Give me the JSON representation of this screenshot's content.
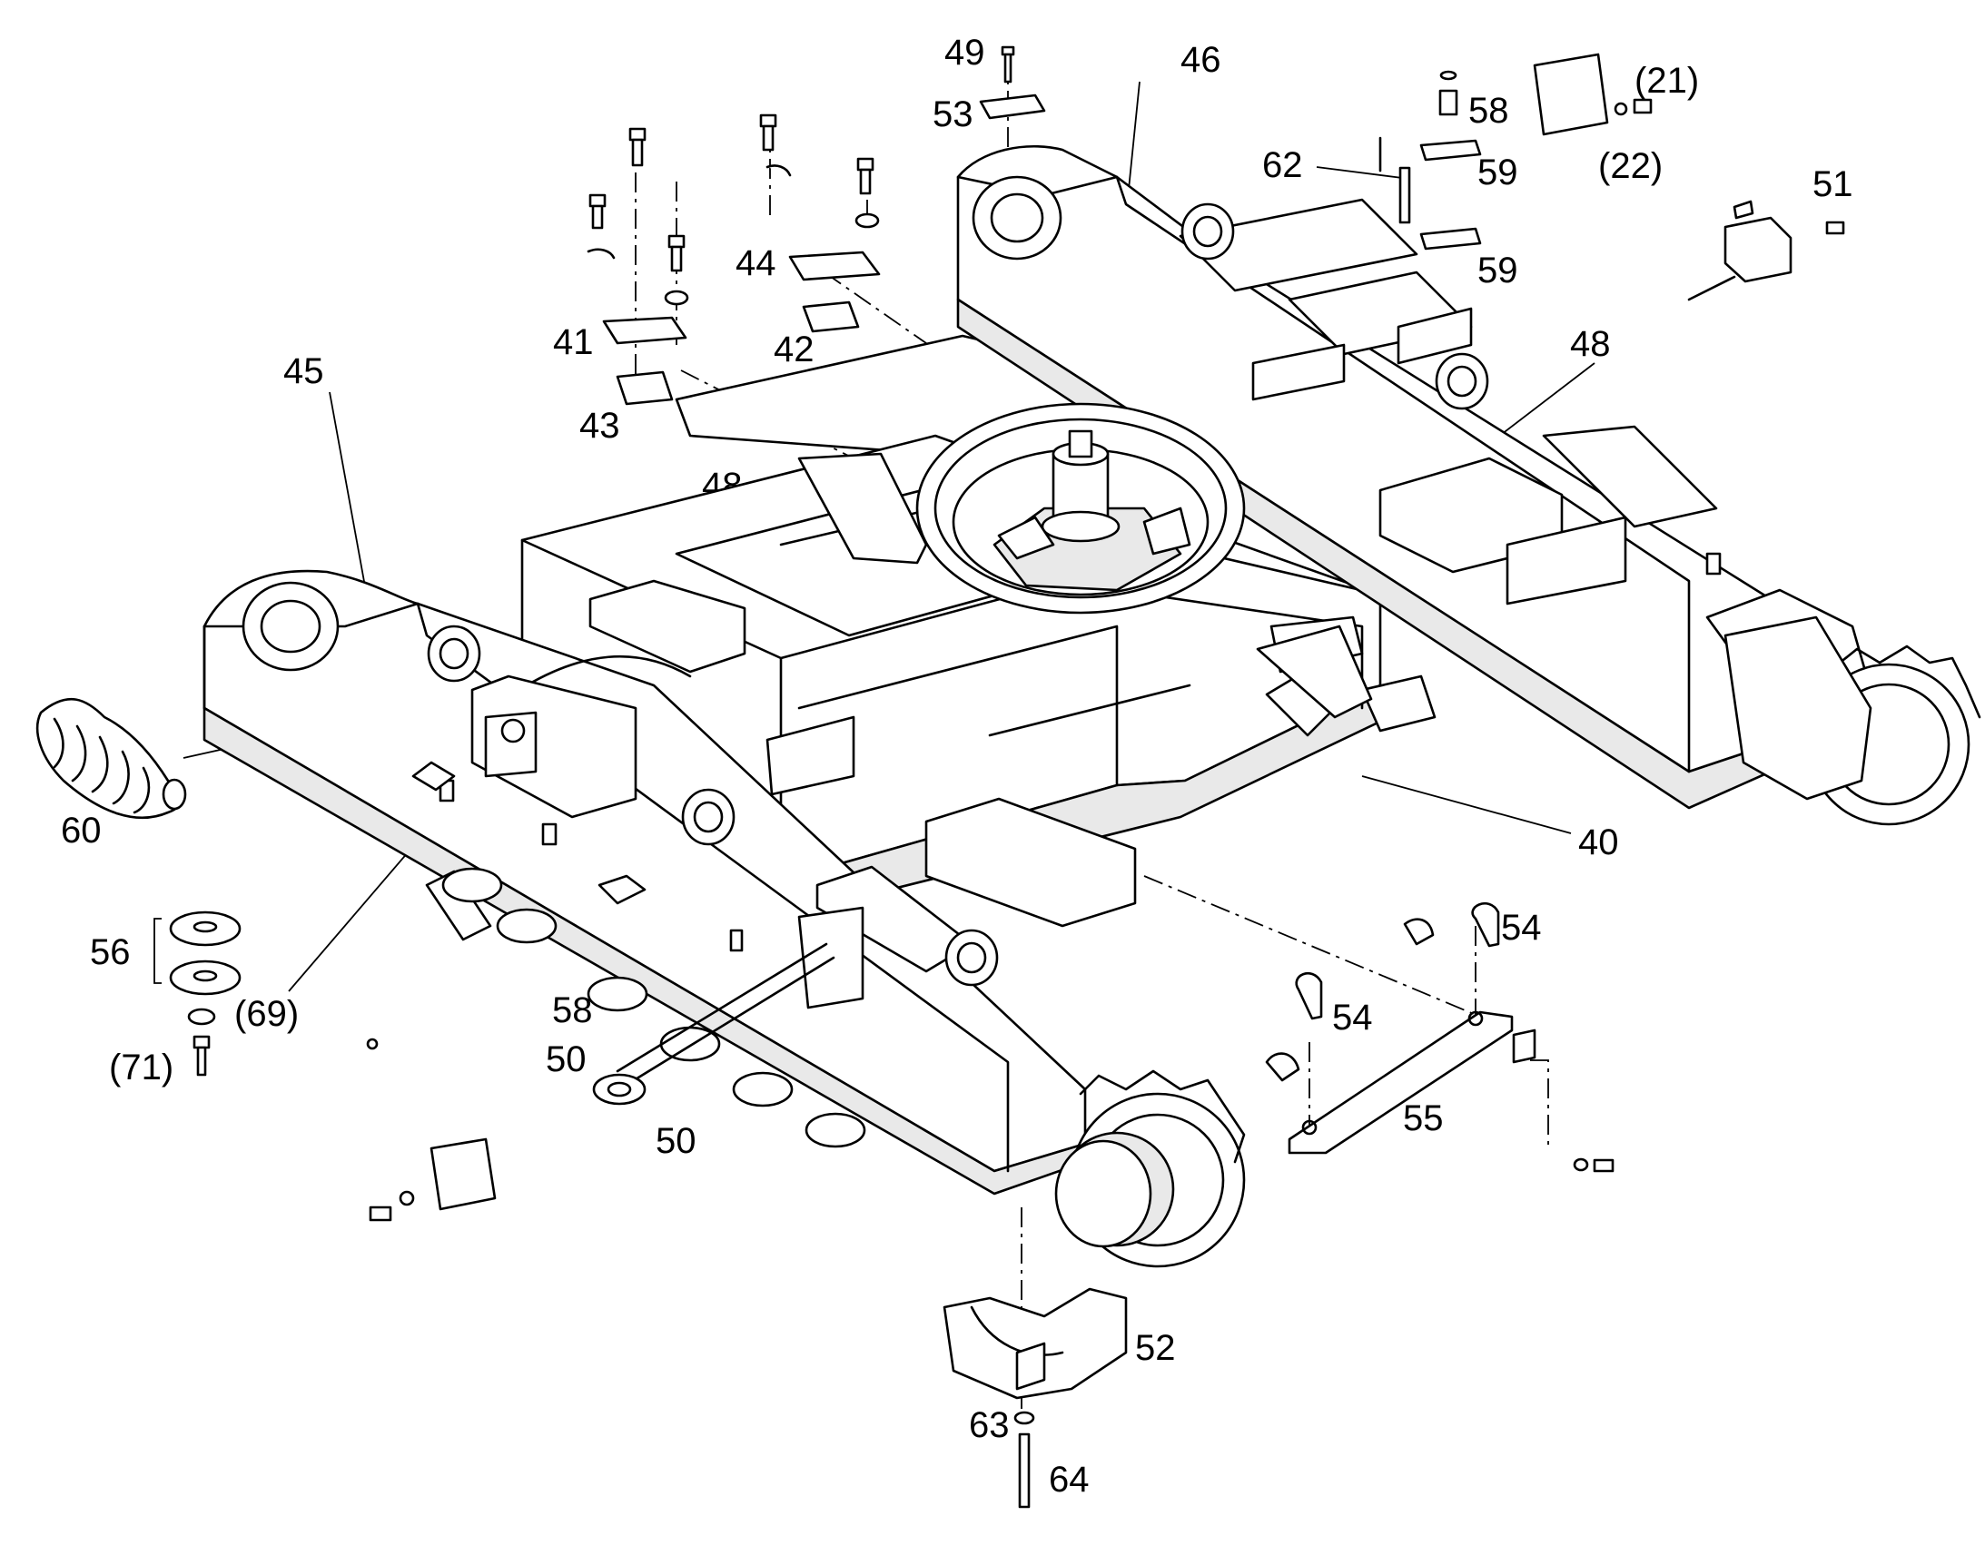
{
  "labels": {
    "l21": "(21)",
    "l22": "(22)",
    "l40": "40",
    "l41": "41",
    "l42": "42",
    "l43": "43",
    "l44": "44",
    "l45": "45",
    "l46": "46",
    "l48a": "48",
    "l48b": "48",
    "l49": "49",
    "l50a": "50",
    "l50b": "50",
    "l51": "51",
    "l52": "52",
    "l53": "53",
    "l54a": "54",
    "l54b": "54",
    "l55": "55",
    "l56": "56",
    "l58a": "58",
    "l58b": "58",
    "l59a": "59",
    "l59b": "59",
    "l60": "60",
    "l62": "62",
    "l63": "63",
    "l64": "64",
    "l69": "(69)",
    "l71": "(71)"
  }
}
